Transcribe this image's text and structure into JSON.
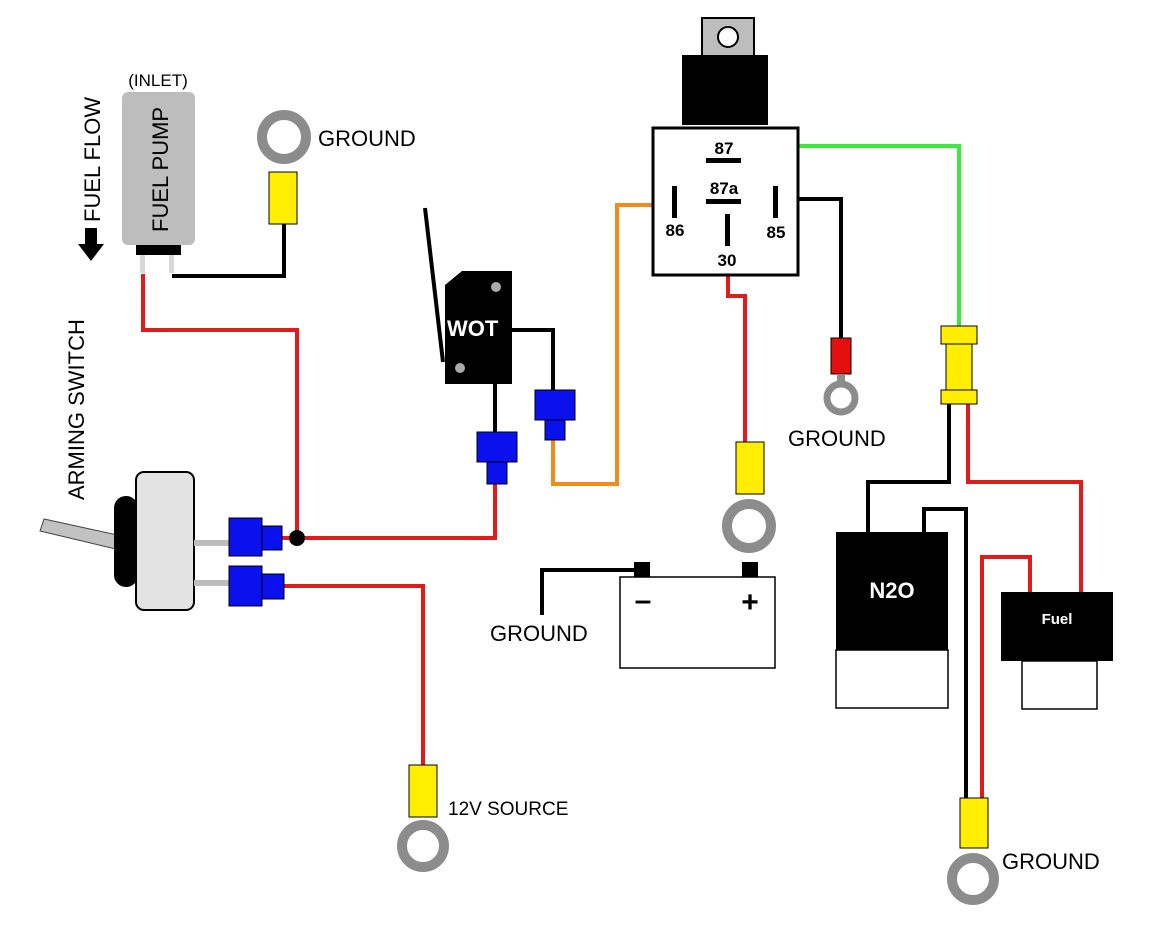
{
  "labels": {
    "inlet": "(INLET)",
    "fuel_pump": "FUEL PUMP",
    "fuel_flow": "FUEL FLOW",
    "ground_pump": "GROUND",
    "arming_switch": "ARMING SWITCH",
    "wot": "WOT",
    "relay_87": "87",
    "relay_87a": "87a",
    "relay_86": "86",
    "relay_85": "85",
    "relay_30": "30",
    "ground_relay": "GROUND",
    "ground_battery": "GROUND",
    "battery_neg": "–",
    "battery_pos": "+",
    "source_12v": "12V SOURCE",
    "n2o": "N2O",
    "fuel": "Fuel",
    "ground_solenoid": "GROUND"
  },
  "colors": {
    "wire_red": "#e01b1b",
    "wire_black": "#000000",
    "wire_green": "#3ee83e",
    "wire_orange": "#f08c1c",
    "terminal_yellow": "#ffee00",
    "terminal_blue": "#0a10ee",
    "terminal_red": "#e41010",
    "ring_gray": "#8c8c8c",
    "pump_gray": "#bdbdbd",
    "switch_body": "#e3e3e3"
  }
}
